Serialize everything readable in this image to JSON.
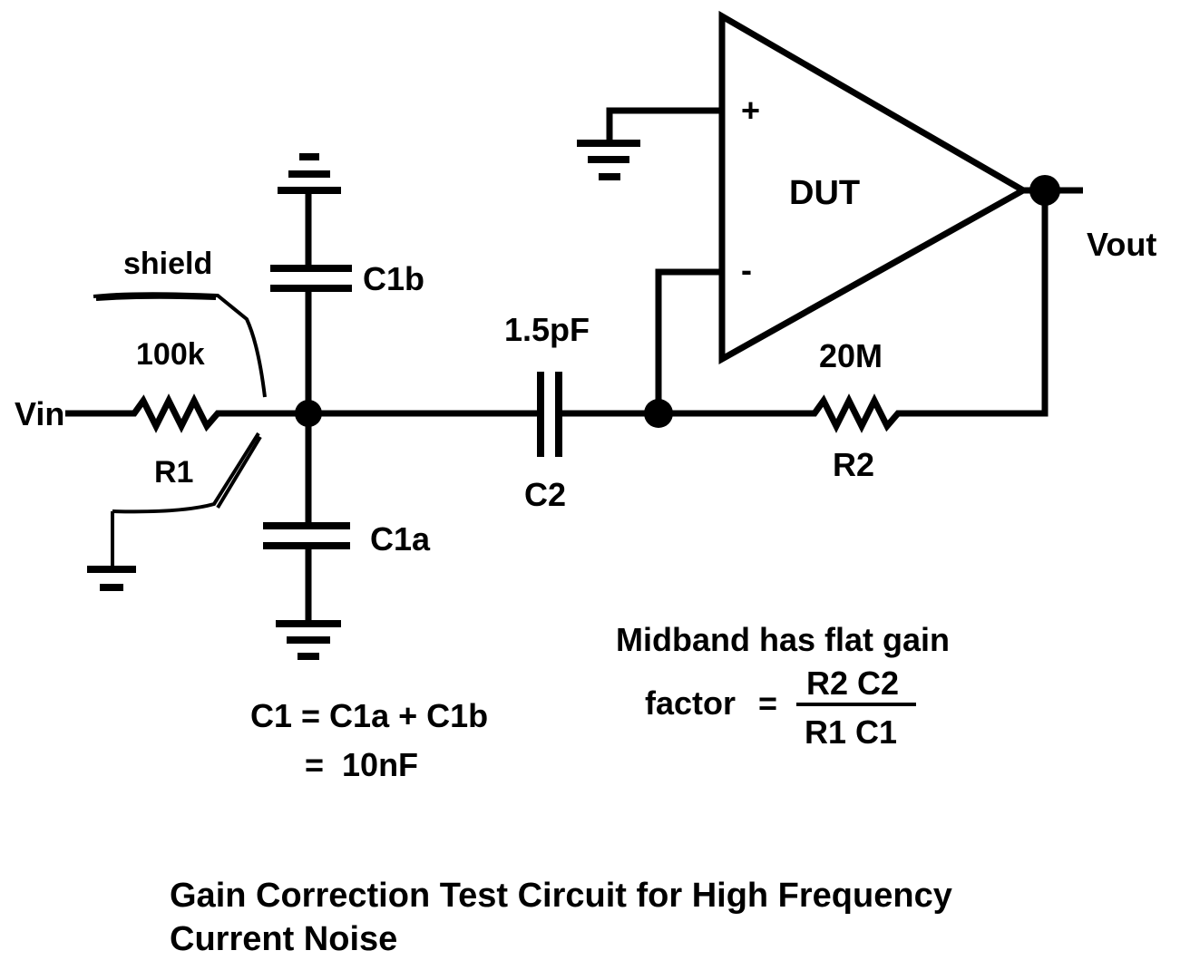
{
  "labels": {
    "vin": "Vin",
    "vout": "Vout",
    "shield": "shield",
    "r1_value": "100k",
    "r1_name": "R1",
    "c1b": "C1b",
    "c1a": "C1a",
    "c2_value": "1.5pF",
    "c2_name": "C2",
    "r2_value": "20M",
    "r2_name": "R2",
    "opamp": "DUT",
    "plus": "+",
    "minus": "-"
  },
  "equations": {
    "c1_line1": "C1 = C1a + C1b",
    "c1_line2": "=  10nF",
    "midband": "Midband has flat gain",
    "factor": "factor",
    "equals": "=",
    "numerator": "R2 C2",
    "denominator": "R1 C1"
  },
  "caption": {
    "line1": "Gain Correction Test Circuit for High Frequency",
    "line2": "Current Noise"
  }
}
